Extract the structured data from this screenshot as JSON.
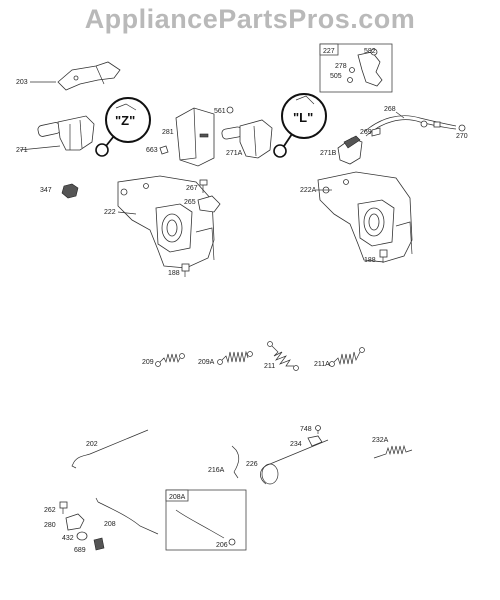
{
  "watermark": "AppliancePartsPros.com",
  "callouts": {
    "z": "\"Z\"",
    "l": "\"L\""
  },
  "boxes": {
    "b227": "227",
    "b208a": "208A"
  },
  "parts": {
    "p203": "203",
    "p271": "271",
    "p347": "347",
    "p222": "222",
    "p188a": "188",
    "p281": "281",
    "p561": "561",
    "p663": "663",
    "p267": "267",
    "p265": "265",
    "p271a": "271A",
    "p582": "582",
    "p278": "278",
    "p505": "505",
    "p268": "268",
    "p269": "269",
    "p270": "270",
    "p271b": "271B",
    "p222a": "222A",
    "p188b": "188",
    "p209": "209",
    "p209a": "209A",
    "p211": "211",
    "p211a": "211A",
    "p202": "202",
    "p748": "748",
    "p234": "234",
    "p216a": "216A",
    "p226": "226",
    "p232a": "232A",
    "p262": "262",
    "p280": "280",
    "p432": "432",
    "p689": "689",
    "p208": "208",
    "p206": "206"
  }
}
